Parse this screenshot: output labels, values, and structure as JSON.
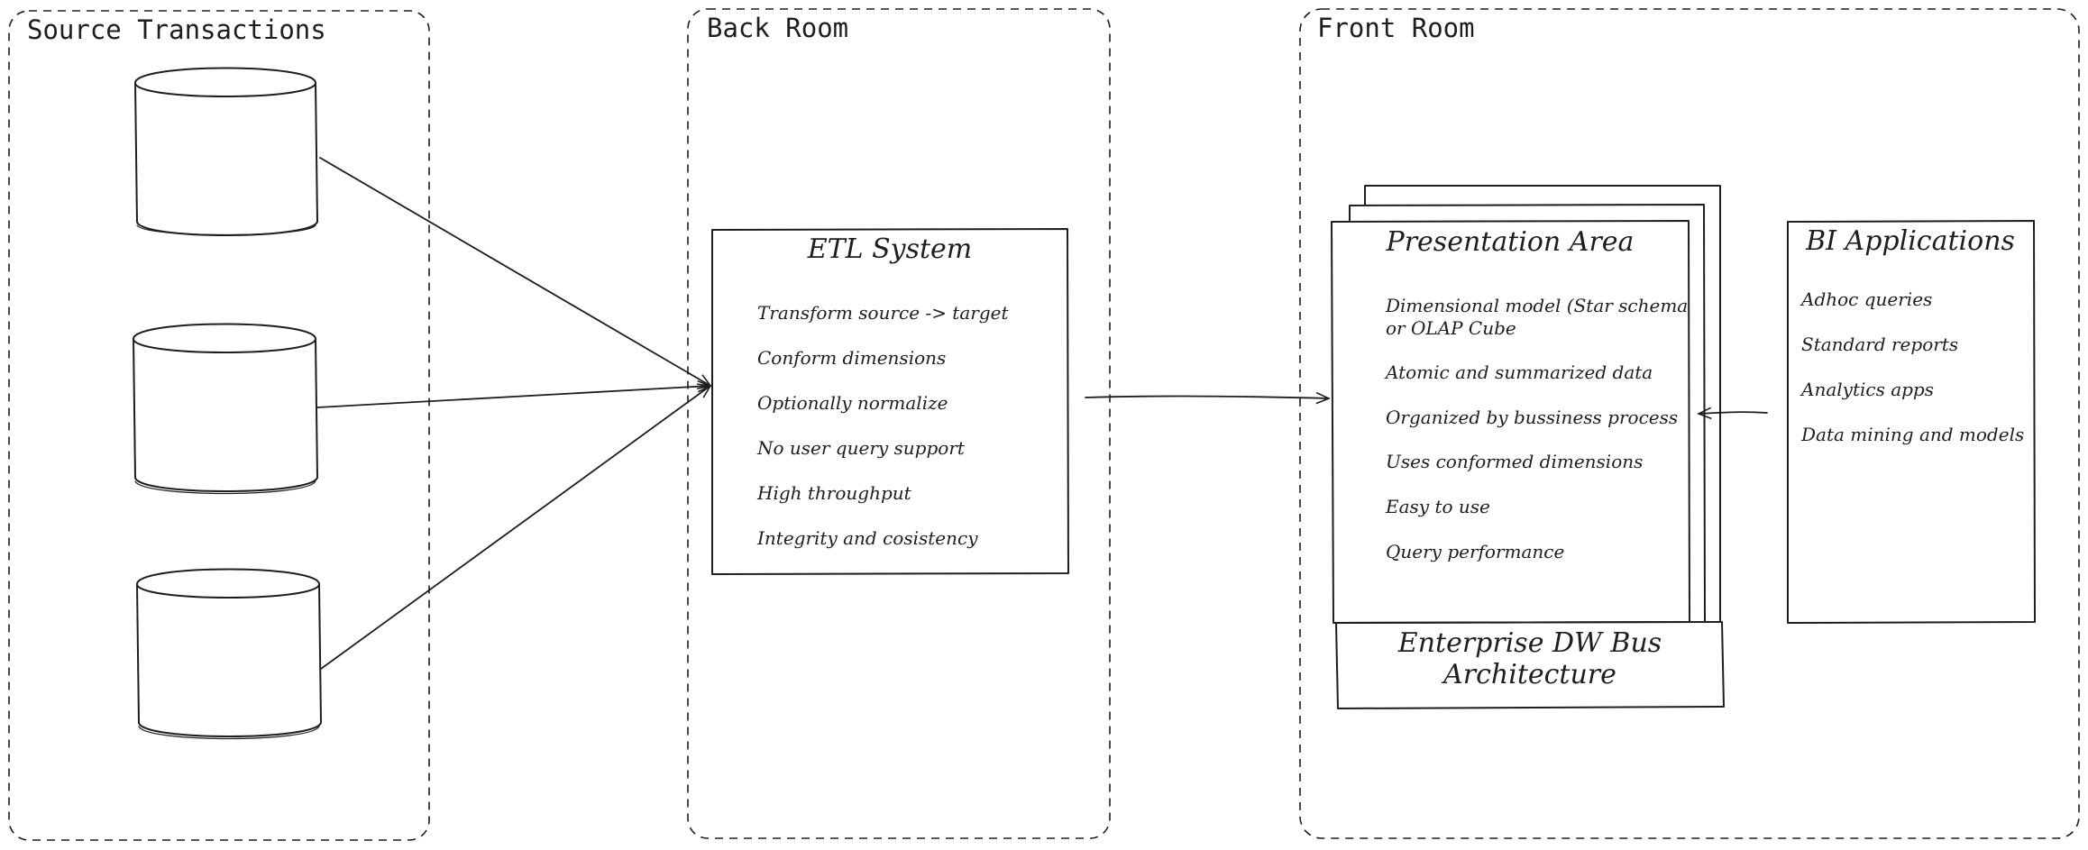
{
  "panels": {
    "source": {
      "title": "Source Transactions"
    },
    "back": {
      "title": "Back Room"
    },
    "front": {
      "title": "Front Room"
    }
  },
  "etl": {
    "title": "ETL System",
    "items": [
      "Transform source -> target",
      "Conform dimensions",
      "Optionally normalize",
      "No user query support",
      "High throughput",
      "Integrity and cosistency"
    ]
  },
  "presentation": {
    "title": "Presentation Area",
    "items": [
      [
        "Dimensional model (Star schema",
        "or OLAP Cube"
      ],
      [
        "Atomic and summarized data"
      ],
      [
        "Organized by bussiness process"
      ],
      [
        "Uses conformed dimensions"
      ],
      [
        "Easy to use"
      ],
      [
        "Query performance"
      ]
    ]
  },
  "bus": {
    "line1": "Enterprise DW Bus",
    "line2": "Architecture"
  },
  "bi": {
    "title": "BI Applications",
    "items": [
      "Adhoc queries",
      "Standard reports",
      "Analytics apps",
      "Data mining and models"
    ]
  }
}
